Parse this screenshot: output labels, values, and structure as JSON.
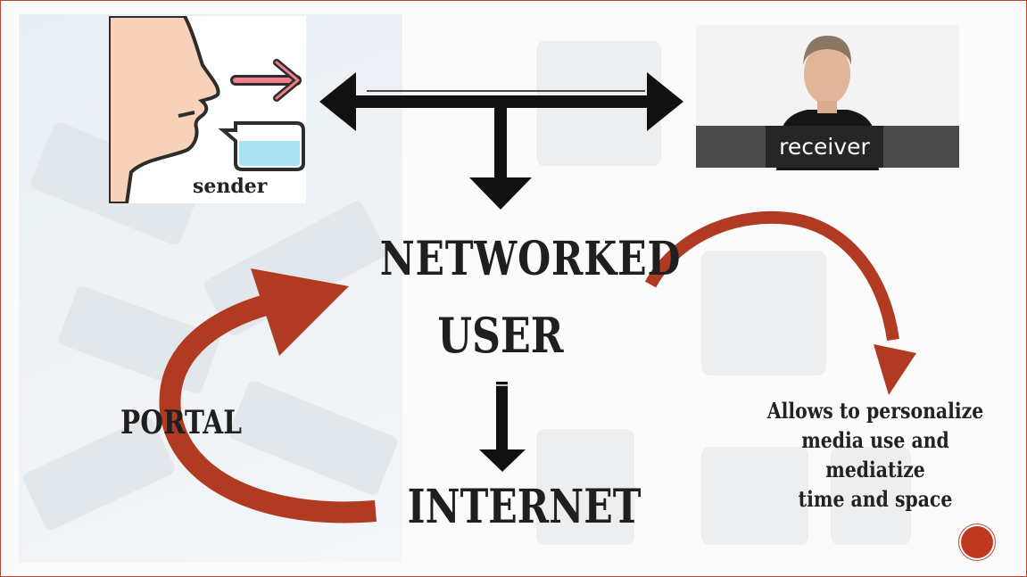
{
  "diagram": {
    "sender_label": "sender",
    "receiver_label": "receiver",
    "center_title_line1": "NETWORKED",
    "center_title_line2": "USER",
    "bottom_label": "INTERNET",
    "left_label": "PORTAL",
    "right_note_line1": "Allows to personalize",
    "right_note_line2": "media use and mediatize",
    "right_note_line3": "time and space"
  },
  "colors": {
    "accent_red": "#b03a22",
    "arrow_black": "#111111",
    "speech_pink": "#f07f8a",
    "bubble_blue": "#a9e3f2",
    "skin": "#f8d2b8"
  }
}
